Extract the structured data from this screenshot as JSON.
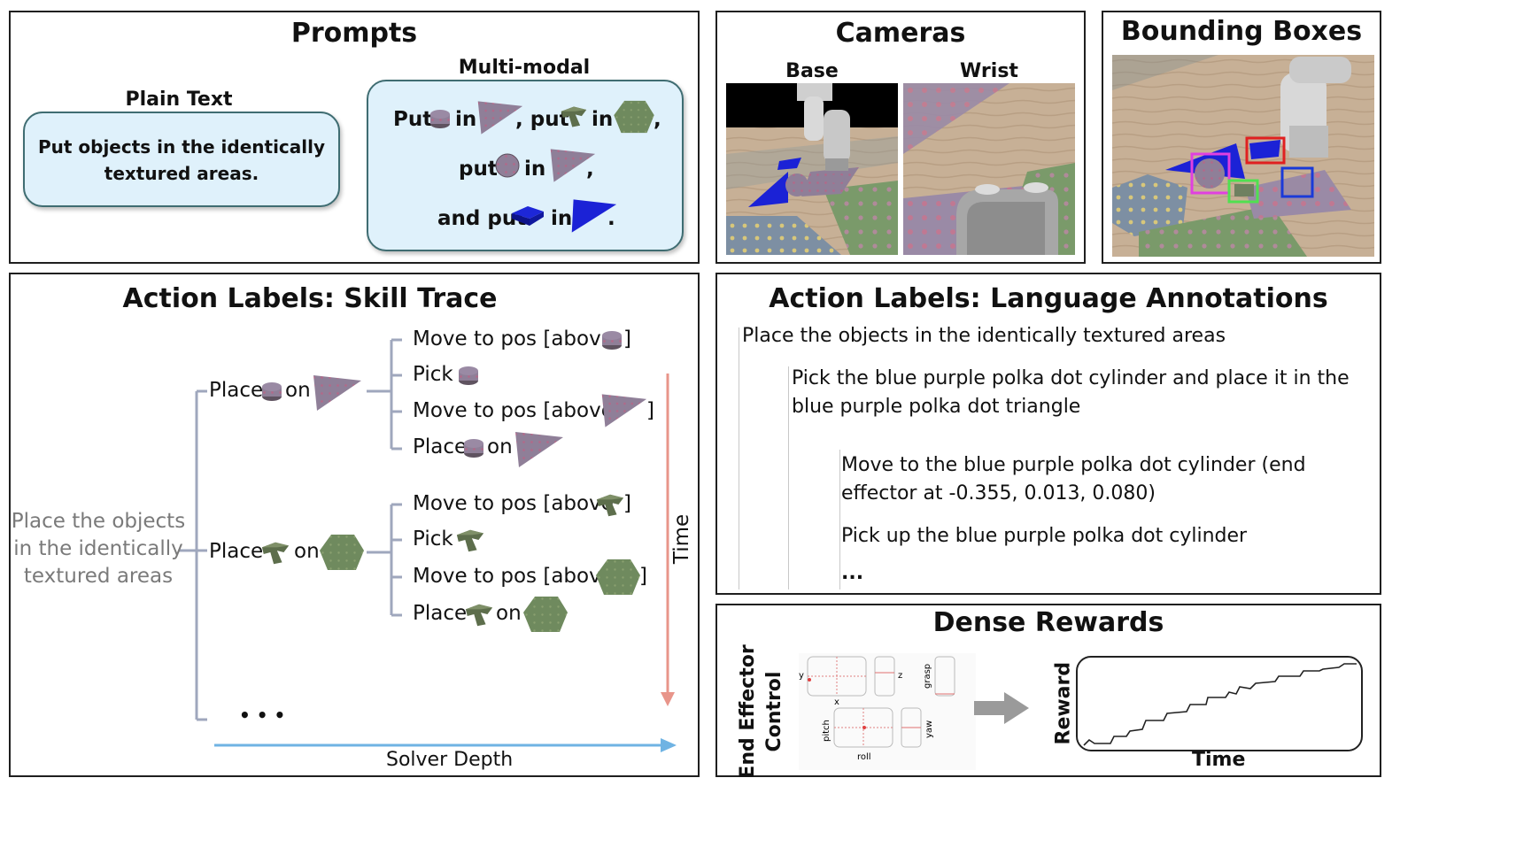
{
  "prompts": {
    "title": "Prompts",
    "plain_text_heading": "Plain Text",
    "plain_text_line1": "Put objects in the identically",
    "plain_text_line2": "textured areas.",
    "multimodal_heading": "Multi-modal",
    "mm_put": "Put",
    "mm_in": "in",
    "mm_comma_put": ", put",
    "mm_comma": ",",
    "mm_put2": "put",
    "mm_and_put": "and put",
    "mm_period": "."
  },
  "cameras": {
    "title": "Cameras",
    "base_label": "Base",
    "wrist_label": "Wrist"
  },
  "bounding_boxes": {
    "title": "Bounding Boxes",
    "box_colors": [
      "#e040e0",
      "#e02020",
      "#50e050",
      "#1a3ad8"
    ]
  },
  "skill_trace": {
    "title": "Action Labels: Skill Trace",
    "root": "Place the objects in the identically textured areas",
    "root_lines": [
      "Place the objects",
      "in the identically",
      "textured areas"
    ],
    "place": "Place",
    "on": "on",
    "move_to_pos": "Move to pos [above",
    "close_bracket": "]",
    "pick": "Pick",
    "ellipsis": "• • •",
    "time_label": "Time",
    "depth_label": "Solver Depth",
    "time_arrow_color": "#e8958a",
    "depth_arrow_color": "#6fb3e3"
  },
  "language_annotations": {
    "title": "Action Labels: Language Annotations",
    "level1": "Place the objects in the identically textured areas",
    "level2_line1": "Pick the blue purple polka dot cylinder and place it in the",
    "level2_line2": "blue purple polka dot triangle",
    "level3_a_line1": "Move to the blue purple polka dot cylinder (end",
    "level3_a_line2": "effector at -0.355, 0.013, 0.080)",
    "level3_b": "Pick up the blue purple polka dot cylinder",
    "ellipsis": "..."
  },
  "dense_rewards": {
    "title": "Dense Rewards",
    "left_axis_line1": "End Effector",
    "left_axis_line2": "Control",
    "subplot_labels": [
      "y",
      "x",
      "z",
      "grasp",
      "pitch",
      "roll",
      "yaw"
    ],
    "reward_label": "Reward",
    "time_label": "Time"
  }
}
